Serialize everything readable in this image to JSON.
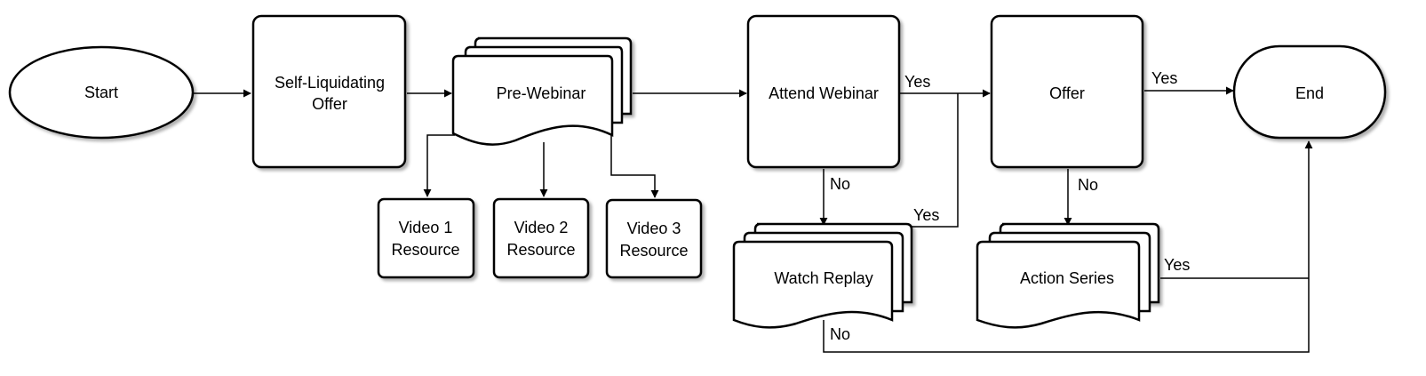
{
  "nodes": {
    "start": "Start",
    "self_liquidating_1": "Self-Liquidating",
    "self_liquidating_2": "Offer",
    "pre_webinar": "Pre-Webinar",
    "video1_1": "Video 1",
    "video1_2": "Resource",
    "video2_1": "Video 2",
    "video2_2": "Resource",
    "video3_1": "Video 3",
    "video3_2": "Resource",
    "attend_webinar": "Attend Webinar",
    "watch_replay": "Watch Replay",
    "offer": "Offer",
    "action_series": "Action Series",
    "end": "End"
  },
  "edges": {
    "attend_yes": "Yes",
    "attend_no": "No",
    "replay_yes": "Yes",
    "replay_no": "No",
    "offer_yes": "Yes",
    "offer_no": "No",
    "action_yes": "Yes"
  }
}
